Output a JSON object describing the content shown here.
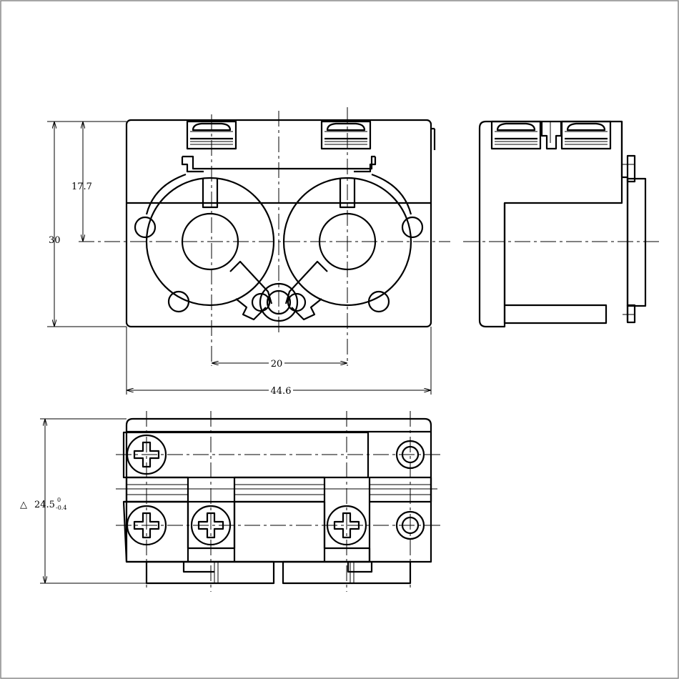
{
  "dimensions": {
    "height_total": "30",
    "height_center": "17.7",
    "hole_spacing": "20",
    "width_total": "44.6",
    "depth_symbol": "△",
    "depth_value": "24.5",
    "depth_tol_upper": "0",
    "depth_tol_lower": "-0.4"
  }
}
